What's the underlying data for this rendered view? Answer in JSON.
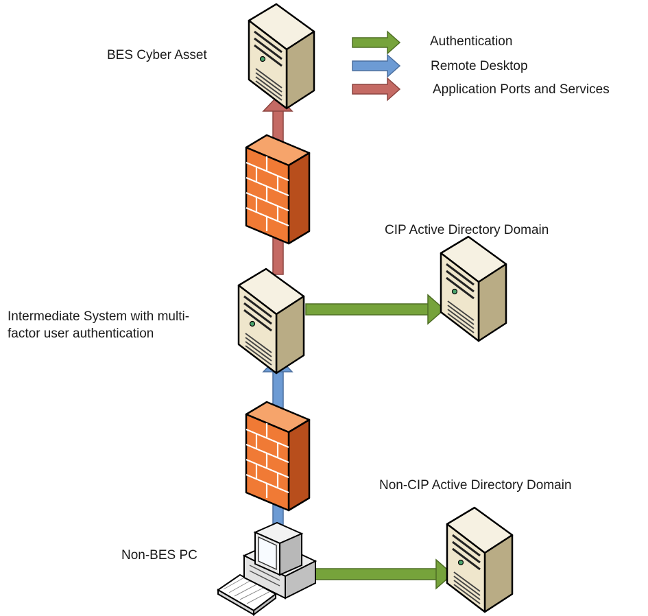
{
  "legend": {
    "items": [
      {
        "label": "Authentication",
        "color": "#76a33b"
      },
      {
        "label": "Remote Desktop",
        "color": "#6d9bd4"
      },
      {
        "label": "Application Ports and Services",
        "color": "#c46a64"
      }
    ]
  },
  "nodes": {
    "bes_cyber_asset": {
      "label": "BES Cyber Asset",
      "icon": "server-icon"
    },
    "cip_ad": {
      "label": "CIP Active Directory Domain",
      "icon": "server-icon"
    },
    "intermediate": {
      "label_line1": "Intermediate System with multi-",
      "label_line2": "factor user authentication",
      "icon": "server-icon"
    },
    "non_cip_ad": {
      "label": "Non-CIP Active Directory Domain",
      "icon": "server-icon"
    },
    "non_bes_pc": {
      "label": "Non-BES PC",
      "icon": "desktop-pc-icon"
    }
  },
  "colors": {
    "authentication": "#76a33b",
    "remote_desktop": "#6d9bd4",
    "application_ports": "#c46a64",
    "firewall": "#f07a35",
    "server_body": "#efe6cc"
  }
}
